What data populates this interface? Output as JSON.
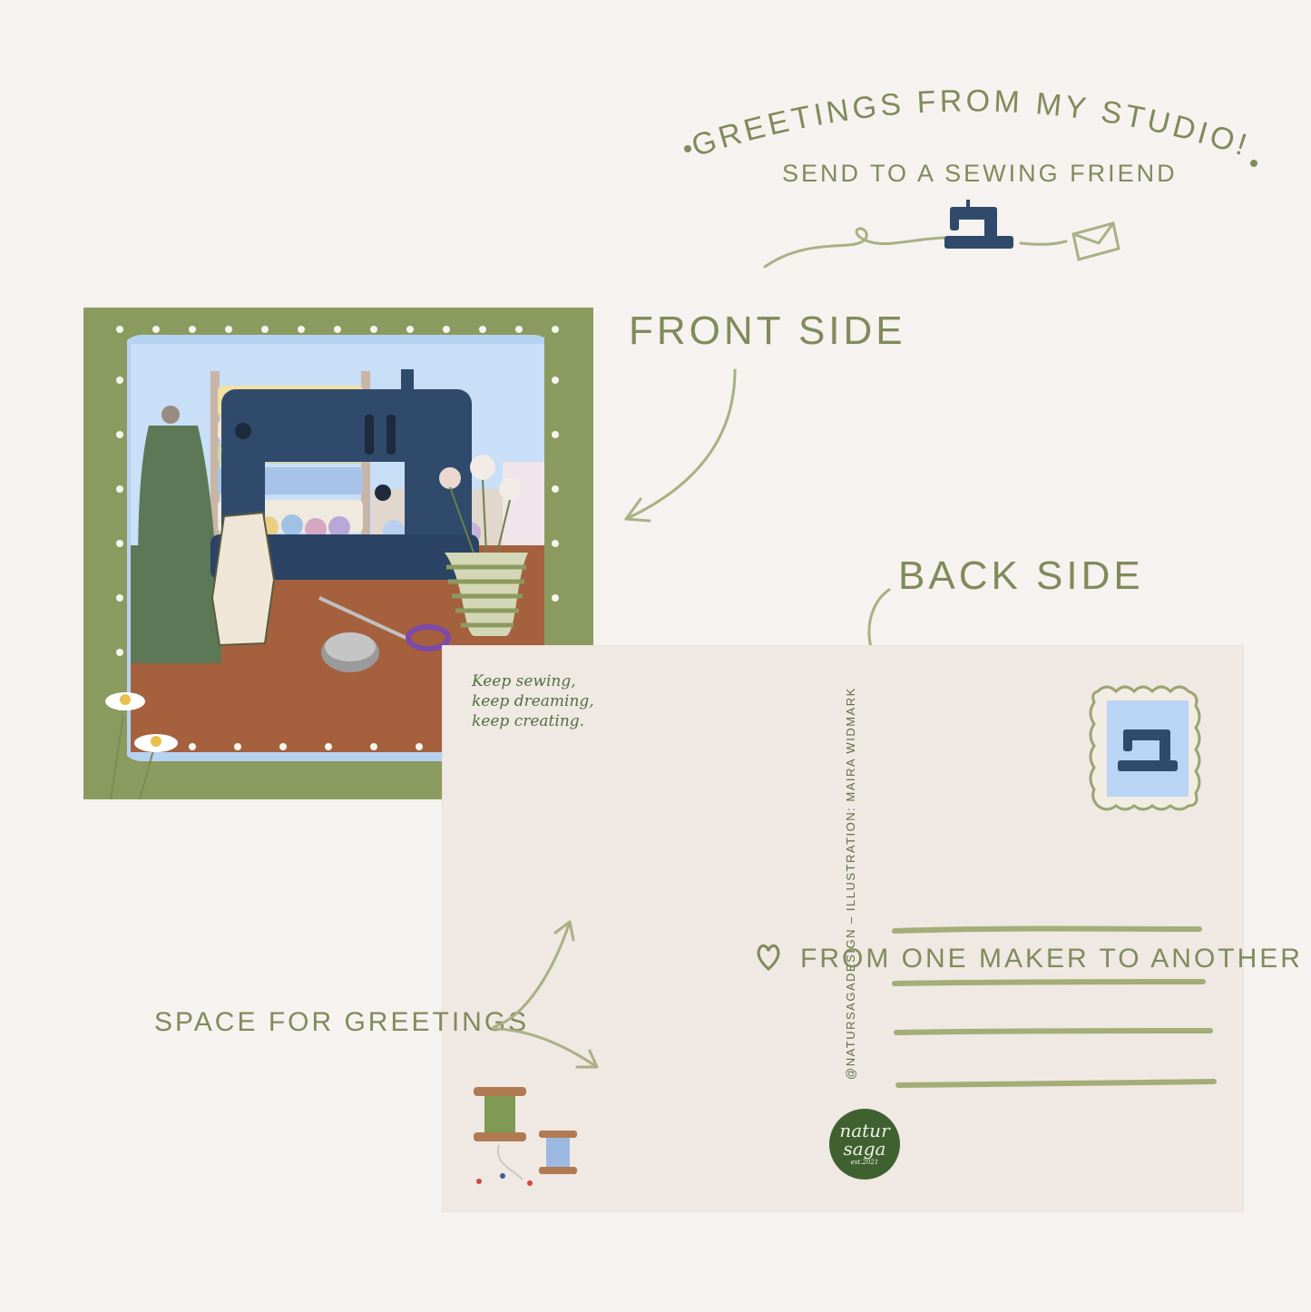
{
  "header": {
    "title": "GREETINGS FROM MY STUDIO!",
    "subtitle": "SEND TO A SEWING FRIEND"
  },
  "labels": {
    "front": "FRONT SIDE",
    "back": "BACK SIDE",
    "space": "SPACE FOR GREETINGS"
  },
  "back_card": {
    "quote": [
      "Keep sewing,",
      "keep dreaming,",
      "keep creating."
    ],
    "credit": "@NATURSAGADESIGN – ILLUSTRATION: MAIRA WIDMARK",
    "logo_top": "natur",
    "logo_bottom": "saga",
    "logo_small": "est.2021",
    "address_lines": 4
  },
  "footer": {
    "text": "FROM ONE MAKER TO ANOTHER"
  },
  "colors": {
    "background": "#f6f2ef",
    "olive": "#8b9b60",
    "text_olive": "#7f8b5b",
    "machine_blue": "#2f4a6b",
    "table_brown": "#a5603e",
    "sky": "#c9def7",
    "logo_green": "#3f6130"
  },
  "icons": [
    "sewing-machine-icon",
    "envelope-icon",
    "heart-icon",
    "stamp-icon",
    "spool-icon"
  ]
}
